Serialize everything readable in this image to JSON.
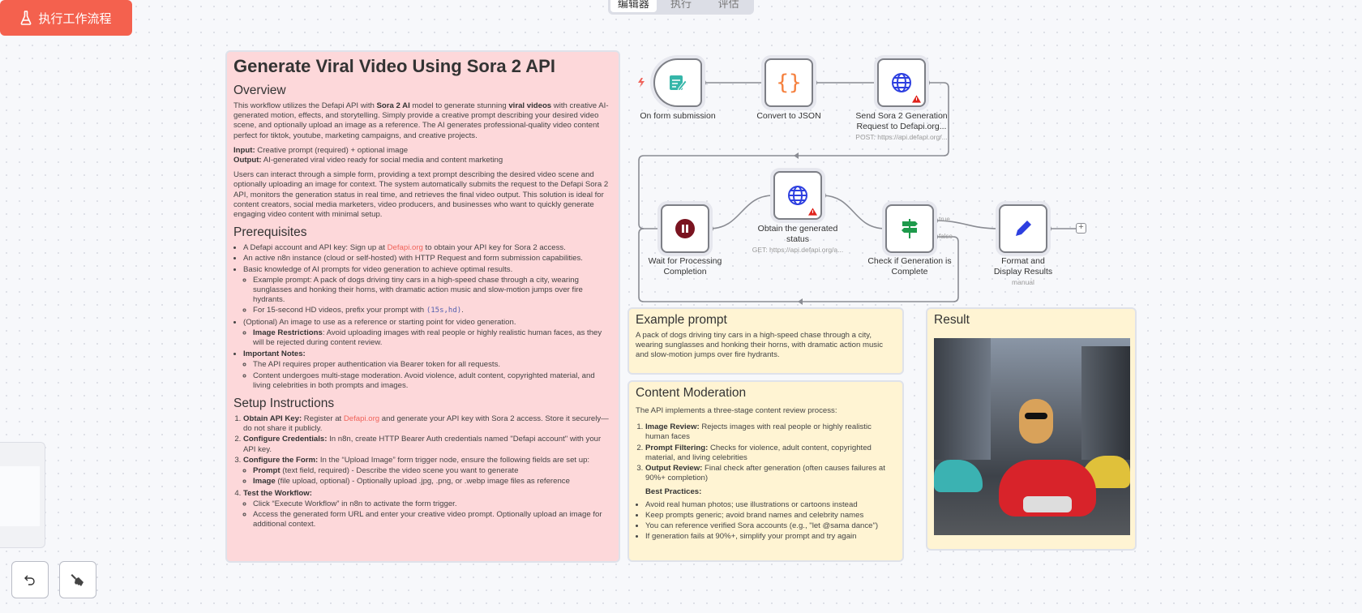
{
  "tabs": [
    {
      "label": "编辑器",
      "active": true
    },
    {
      "label": "执行"
    },
    {
      "label": "评估"
    }
  ],
  "main_note": {
    "title": "Generate Viral Video Using Sora 2 API",
    "overview": {
      "heading": "Overview",
      "p1": [
        "This workflow utilizes the Defapi API with ",
        "Sora 2 AI",
        " model to generate stunning ",
        "viral videos",
        " with creative AI-generated motion, effects, and storytelling. Simply provide a creative prompt describing your desired video scene, and optionally upload an image as a reference. The AI generates professional-quality video content perfect for tiktok, youtube, marketing campaigns, and creative projects."
      ],
      "input_label": "Input:",
      "input": " Creative prompt (required) + optional image",
      "output_label": "Output:",
      "output": " AI-generated viral video ready for social media and content marketing",
      "p3": "Users can interact through a simple form, providing a text prompt describing the desired video scene and optionally uploading an image for context. The system automatically submits the request to the Defapi Sora 2 API, monitors the generation status in real time, and retrieves the final video output. This solution is ideal for content creators, social media marketers, video producers, and businesses who want to quickly generate engaging video content with minimal setup."
    },
    "prereq": {
      "heading": "Prerequisites",
      "i1": [
        "A Defapi account and API key: Sign up at ",
        "Defapi.org",
        " to obtain your API key for Sora 2 access."
      ],
      "i2": "An active n8n instance (cloud or self-hosted) with HTTP Request and form submission capabilities.",
      "i3": "Basic knowledge of AI prompts for video generation to achieve optimal results.",
      "i3a": "Example prompt: A pack of dogs driving tiny cars in a high-speed chase through a city, wearing sunglasses and honking their horns, with dramatic action music and slow-motion jumps over fire hydrants.",
      "i3b": [
        "For 15-second HD videos, prefix your prompt with ",
        "(15s,hd)",
        "."
      ],
      "i4": "(Optional) An image to use as a reference or starting point for video generation.",
      "i4a": [
        "Image Restrictions",
        ": Avoid uploading images with real people or highly realistic human faces, as they will be rejected during content review."
      ],
      "i5": "Important Notes:",
      "i5a": "The API requires proper authentication via Bearer token for all requests.",
      "i5b": "Content undergoes multi-stage moderation. Avoid violence, adult content, copyrighted material, and living celebrities in both prompts and images."
    },
    "setup": {
      "heading": "Setup Instructions",
      "s1": [
        "Obtain API Key:",
        " Register at ",
        "Defapi.org",
        " and generate your API key with Sora 2 access. Store it securely—do not share it publicly."
      ],
      "s2": [
        "Configure Credentials:",
        " In n8n, create HTTP Bearer Auth credentials named \"Defapi account\" with your API key."
      ],
      "s3": [
        "Configure the Form:",
        " In the “Upload Image” form trigger node, ensure the following fields are set up:"
      ],
      "s3a": [
        "Prompt",
        " (text field, required) - Describe the video scene you want to generate"
      ],
      "s3b": [
        "Image",
        " (file upload, optional) - Optionally upload .jpg, .png, or .webp image files as reference"
      ],
      "s4": "Test the Workflow:",
      "s4a": "Click “Execute Workflow” in n8n to activate the form trigger.",
      "s4b": "Access the generated form URL and enter your creative video prompt. Optionally upload an image for additional context."
    }
  },
  "example_note": {
    "title": "Example prompt",
    "text": "A pack of dogs driving tiny cars in a high-speed chase through a city, wearing sunglasses and honking their horns, with dramatic action music and slow-motion jumps over fire hydrants."
  },
  "moderation_note": {
    "title": "Content Moderation",
    "intro": "The API implements a three-stage content review process:",
    "steps": [
      [
        "Image Review:",
        " Rejects images with real people or highly realistic human faces"
      ],
      [
        "Prompt Filtering:",
        " Checks for violence, adult content, copyrighted material, and living celebrities"
      ],
      [
        "Output Review:",
        " Final check after generation (often causes failures at 90%+ completion)"
      ]
    ],
    "best_label": "Best Practices:",
    "best": [
      "Avoid real human photos; use illustrations or cartoons instead",
      "Keep prompts generic; avoid brand names and celebrity names",
      "You can reference verified Sora accounts (e.g., \"let @sama dance\")",
      "If generation fails at 90%+, simplify your prompt and try again"
    ]
  },
  "result_note": {
    "title": "Result"
  },
  "nodes": {
    "form": {
      "label": "On form submission",
      "icon": "form-icon"
    },
    "convert": {
      "label": "Convert to JSON",
      "icon": "braces-icon"
    },
    "send": {
      "label": "Send Sora 2 Generation Request to Defapi.org...",
      "sub": "POST: https://api.defapi.org/...",
      "icon": "globe-icon"
    },
    "wait": {
      "label": "Wait for Processing Completion",
      "icon": "pause-icon"
    },
    "obtain": {
      "label": "Obtain the generated status",
      "sub": "GET: https://api.defapi.org/a...",
      "icon": "globe-icon"
    },
    "check": {
      "label": "Check if Generation is Complete",
      "true_label": "true",
      "false_label": "false",
      "icon": "signpost-icon"
    },
    "format": {
      "label": "Format and Display Results",
      "sub": "manual",
      "icon": "pen-icon"
    }
  },
  "execute_button": {
    "label": "执行工作流程"
  },
  "colors": {
    "accent": "#f4614e",
    "pink_note": "#fdd8da",
    "yellow_note": "#fff4d3",
    "http": "#2d3fe0",
    "warning": "#e0221b"
  }
}
